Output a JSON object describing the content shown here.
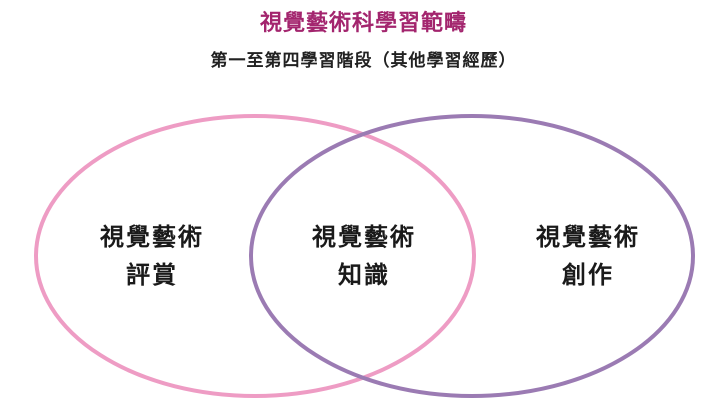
{
  "header": {
    "title": "視覺藝術科學習範疇",
    "subtitle": "第一至第四學習階段（其他學習經歷）"
  },
  "colors": {
    "title": "#a3256e",
    "left_circle": "#ee9cc4",
    "right_circle": "#9b7bb3"
  },
  "regions": {
    "left": {
      "line1": "視覺藝術",
      "line2": "評賞"
    },
    "center": {
      "line1": "視覺藝術",
      "line2": "知識"
    },
    "right": {
      "line1": "視覺藝術",
      "line2": "創作"
    }
  }
}
